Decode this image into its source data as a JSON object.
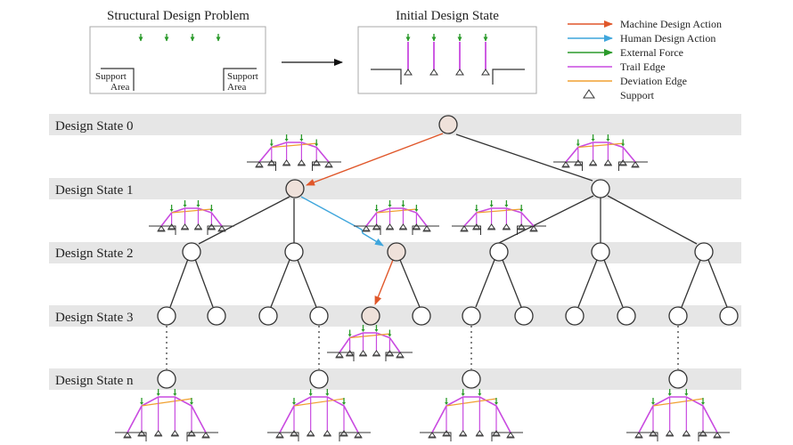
{
  "panels": {
    "problem_title": "Structural Design Problem",
    "initial_title": "Initial Design State",
    "support_line1": "Support",
    "support_line2": "Area"
  },
  "legend": [
    {
      "label": "Machine Design Action",
      "kind": "arrow",
      "color": "#e0572a"
    },
    {
      "label": "Human Design Action",
      "kind": "arrow",
      "color": "#3fa6dc"
    },
    {
      "label": "External Force",
      "kind": "arrow",
      "color": "#2a9a2a"
    },
    {
      "label": "Trail Edge",
      "kind": "line",
      "color": "#c94ae0"
    },
    {
      "label": "Deviation Edge",
      "kind": "line",
      "color": "#f0a030"
    },
    {
      "label": "Support",
      "kind": "triangle",
      "color": "#333333"
    }
  ],
  "states": [
    {
      "label": "Design State 0"
    },
    {
      "label": "Design State 1"
    },
    {
      "label": "Design State 2"
    },
    {
      "label": "Design State 3"
    },
    {
      "label": "Design State n"
    }
  ],
  "colors": {
    "band": "#e6e6e6",
    "node_fill": "#ffffff",
    "node_active": "#efe1da",
    "tree_edge": "#333333",
    "machine": "#e0572a",
    "human": "#3fa6dc",
    "force": "#2a9a2a",
    "trail": "#c94ae0",
    "deviation": "#f0a030"
  }
}
